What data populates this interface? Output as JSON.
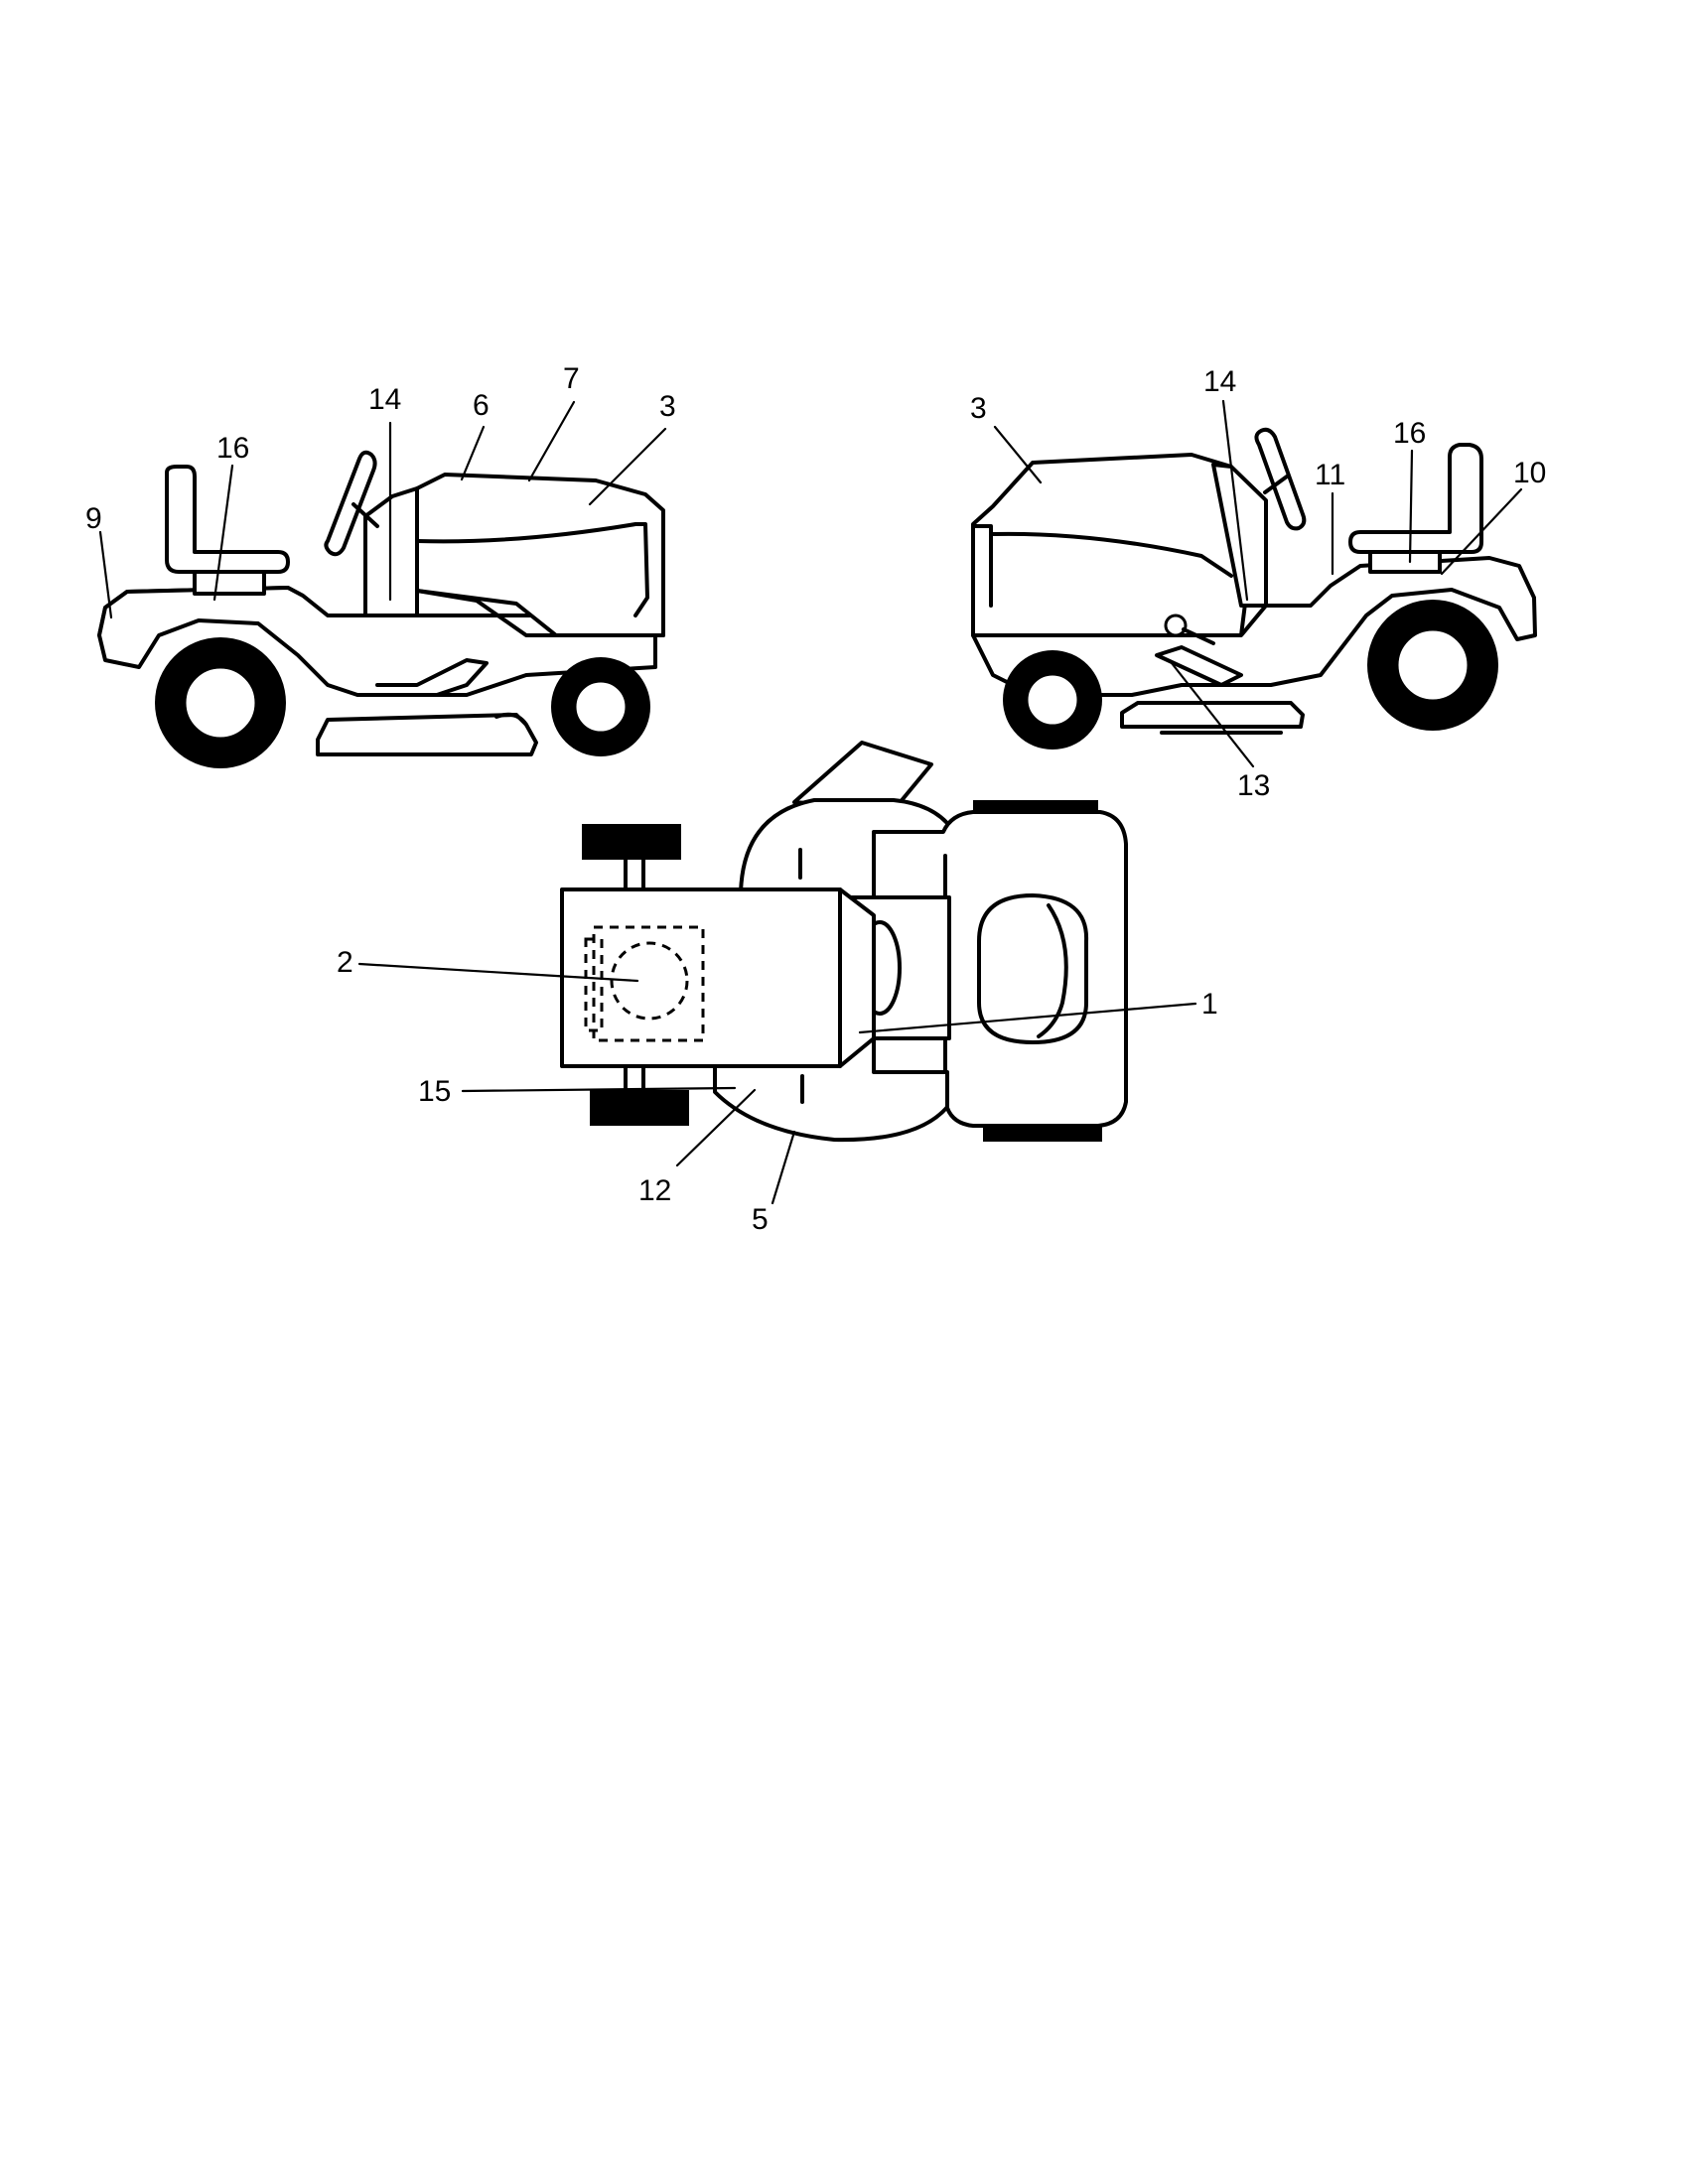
{
  "diagram": {
    "views": [
      {
        "name": "left-side-view",
        "callouts": [
          "14",
          "6",
          "7",
          "3",
          "16",
          "9"
        ]
      },
      {
        "name": "right-side-view",
        "callouts": [
          "3",
          "14",
          "16",
          "11",
          "10",
          "13"
        ]
      },
      {
        "name": "top-view",
        "callouts": [
          "2",
          "1",
          "15",
          "12",
          "5"
        ]
      }
    ]
  }
}
